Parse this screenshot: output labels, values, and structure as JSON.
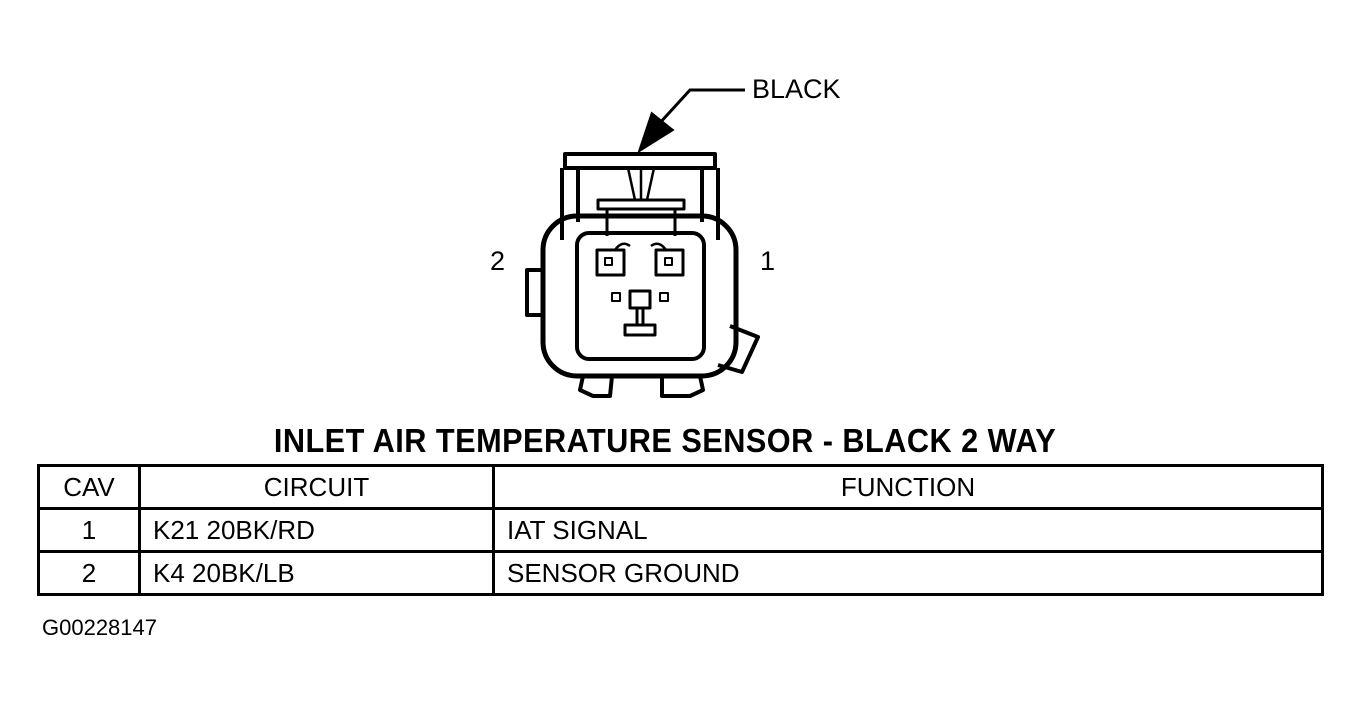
{
  "diagram": {
    "color_callout": "BLACK",
    "cavity_left": "2",
    "cavity_right": "1"
  },
  "title": "INLET AIR TEMPERATURE SENSOR - BLACK 2 WAY",
  "table": {
    "headers": [
      "CAV",
      "CIRCUIT",
      "FUNCTION"
    ],
    "rows": [
      {
        "cav": "1",
        "circuit": "K21 20BK/RD",
        "function": "IAT SIGNAL"
      },
      {
        "cav": "2",
        "circuit": "K4 20BK/LB",
        "function": "SENSOR GROUND"
      }
    ]
  },
  "figure_id": "G00228147"
}
